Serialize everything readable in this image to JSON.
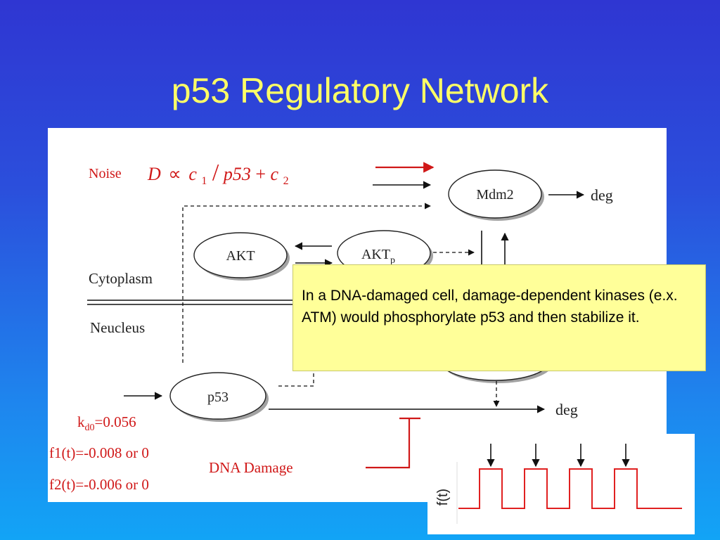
{
  "slide": {
    "title": "p53 Regulatory Network"
  },
  "diagram": {
    "noise_label": "Noise",
    "formula": {
      "D": "D",
      "prop": "∝",
      "c": "c",
      "sub1": "1",
      "slash": "/",
      "p53": "p53",
      "plus": "+",
      "sub2": "2"
    },
    "nodes": {
      "mdm2": "Mdm2",
      "akt": "AKT",
      "aktp_main": "AKT",
      "aktp_sub": "p",
      "p53": "p53"
    },
    "deg_top": "deg",
    "deg_bottom": "deg",
    "cytoplasm": "Cytoplasm",
    "nucleus": "Neucleus",
    "params": {
      "kd0_k": "k",
      "kd0_sub": "d0",
      "kd0_value": "=0.056",
      "f1": "f1(t)=-0.008 or 0",
      "f2": "f2(t)=-0.006 or 0"
    },
    "dna_damage": "DNA Damage",
    "colors": {
      "accent_red": "#d01818",
      "title_yellow": "#ffff66",
      "callout_bg": "#ffff99"
    }
  },
  "callout": {
    "text": "In a DNA-damaged cell, damage-dependent kinases (e.x. ATM) would phosphorylate p53 and then stabilize it."
  },
  "ft_plot": {
    "ylabel": "f(t)"
  }
}
